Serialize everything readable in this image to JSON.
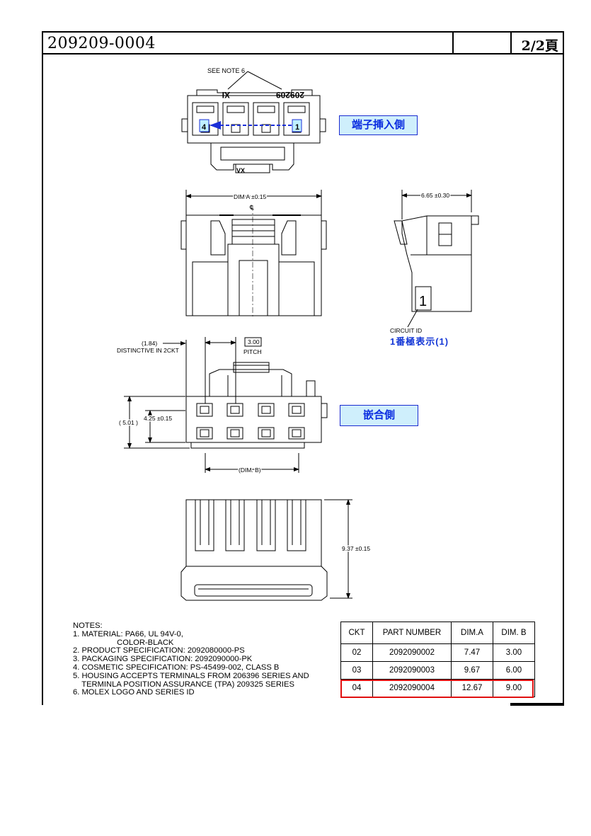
{
  "header": {
    "part_number": "209209-0004",
    "page": "2/2頁"
  },
  "drawing": {
    "see_note": "SEE NOTE 6",
    "housing_mark_left": "XI",
    "housing_mark_right": "209209",
    "latch_mark": "VX",
    "circuit_left": "4",
    "circuit_right": "1",
    "dim_a": "DIM A ±0.15",
    "centerline": "℄",
    "side_width": "6.65 ±0.30",
    "circuit_box": "1",
    "circuit_id": "CIRCUIT ID",
    "circuit_id_jp": "1番極表示(1)",
    "ref_184": "(1.84)",
    "distinctive": "DISTINCTIVE IN 2CKT",
    "pitch_value": "3.00",
    "pitch_label": "PITCH",
    "height_425": "4.25 ±0.15",
    "height_501": "( 5.01 )",
    "dim_b": "(DIM. B)",
    "length_937": "9.37 ±0.15"
  },
  "callouts": {
    "terminal_insertion_side": "端子挿入側",
    "mating_side": "嵌合側"
  },
  "notes": {
    "heading": "NOTES:",
    "lines": [
      "1. MATERIAL: PA66, UL 94V-0,",
      "                    COLOR-BLACK",
      "2. PRODUCT SPECIFICATION: 2092080000-PS",
      "3. PACKAGING SPECIFICATION: 2092090000-PK",
      "4. COSMETIC SPECIFICATION: PS-45499-002, CLASS B",
      "5. HOUSING ACCEPTS TERMINALS FROM 206396 SERIES AND",
      "    TERMINLA POSITION ASSURANCE (TPA) 209325 SERIES",
      "6. MOLEX LOGO AND SERIES ID"
    ]
  },
  "table": {
    "headers": [
      "CKT",
      "PART NUMBER",
      "DIM.A",
      "DIM. B"
    ],
    "rows": [
      [
        "02",
        "2092090002",
        "7.47",
        "3.00"
      ],
      [
        "03",
        "2092090003",
        "9.67",
        "6.00"
      ],
      [
        "04",
        "2092090004",
        "12.67",
        "9.00"
      ]
    ],
    "highlight_color": "#e01010"
  },
  "colors": {
    "callout_fill": "#cfeffc",
    "callout_border": "#1a2bd0",
    "callout_text": "#0a2de0"
  }
}
